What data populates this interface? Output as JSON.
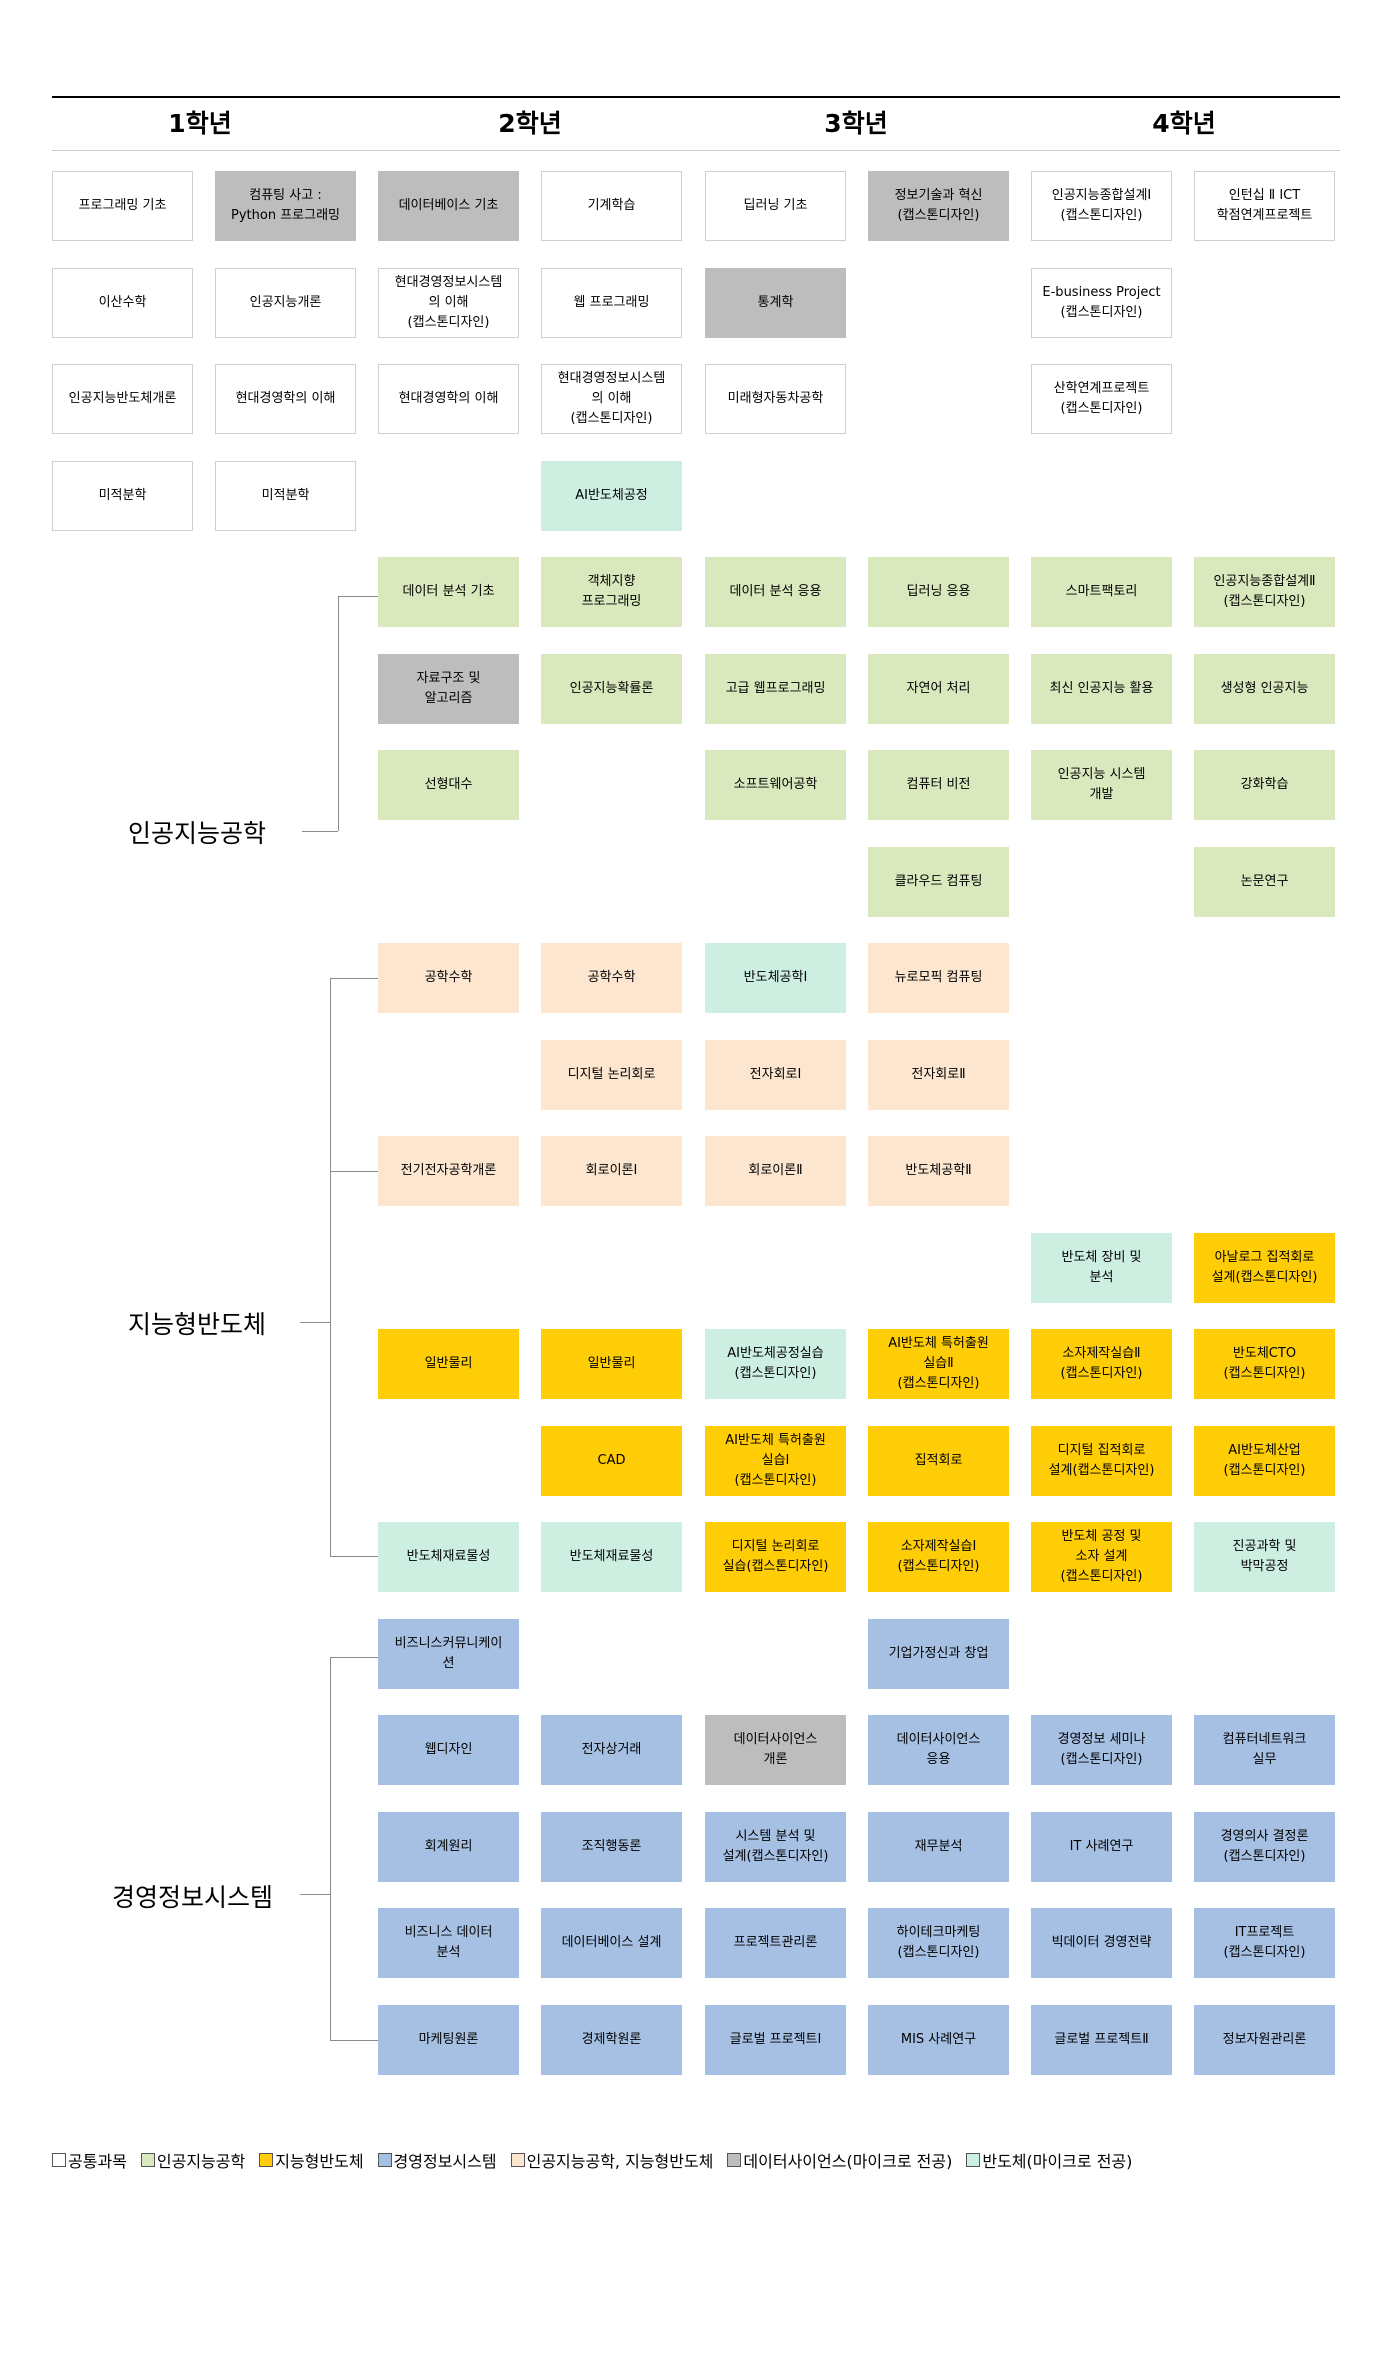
{
  "years": [
    "1학년",
    "2학년",
    "3학년",
    "4학년"
  ],
  "colors": {
    "common": "#ffffff",
    "ai": "#d9e8bd",
    "semi": "#ffcd05",
    "mis": "#a6c0e3",
    "aisemi": "#fde6cf",
    "ds": "#bdbdbd",
    "micro": "#cdefe1"
  },
  "tracks": {
    "ai": "인공지능공학",
    "semi": "지능형반도체",
    "mis": "경영정보시스템"
  },
  "courses": [
    {
      "col": 0,
      "row": 0,
      "cat": "common",
      "text": "프로그래밍 기초"
    },
    {
      "col": 1,
      "row": 0,
      "cat": "ds",
      "text": "컴퓨팅 사고 :\nPython 프로그래밍"
    },
    {
      "col": 2,
      "row": 0,
      "cat": "ds",
      "text": "데이터베이스 기초"
    },
    {
      "col": 3,
      "row": 0,
      "cat": "common",
      "text": "기계학습"
    },
    {
      "col": 4,
      "row": 0,
      "cat": "common",
      "text": "딥러닝 기초"
    },
    {
      "col": 5,
      "row": 0,
      "cat": "ds",
      "text": "정보기술과 혁신\n(캡스톤디자인)"
    },
    {
      "col": 6,
      "row": 0,
      "cat": "common",
      "text": "인공지능종합설계Ⅰ\n(캡스톤디자인)"
    },
    {
      "col": 7,
      "row": 0,
      "cat": "common",
      "text": "인턴십 Ⅱ ICT\n학점연계프로젝트"
    },
    {
      "col": 0,
      "row": 1,
      "cat": "common",
      "text": "이산수학"
    },
    {
      "col": 1,
      "row": 1,
      "cat": "common",
      "text": "인공지능개론"
    },
    {
      "col": 2,
      "row": 1,
      "cat": "common",
      "text": "현대경영정보시스템\n의 이해\n(캡스톤디자인)"
    },
    {
      "col": 3,
      "row": 1,
      "cat": "common",
      "text": "웹 프로그래밍"
    },
    {
      "col": 4,
      "row": 1,
      "cat": "ds",
      "text": "통계학"
    },
    {
      "col": 6,
      "row": 1,
      "cat": "common",
      "text": "E-business Project\n(캡스톤디자인)"
    },
    {
      "col": 0,
      "row": 2,
      "cat": "common",
      "text": "인공지능반도체개론"
    },
    {
      "col": 1,
      "row": 2,
      "cat": "common",
      "text": "현대경영학의 이해"
    },
    {
      "col": 2,
      "row": 2,
      "cat": "common",
      "text": "현대경영학의 이해"
    },
    {
      "col": 3,
      "row": 2,
      "cat": "common",
      "text": "현대경영정보시스템\n의 이해\n(캡스톤디자인)"
    },
    {
      "col": 4,
      "row": 2,
      "cat": "common",
      "text": "미래형자동차공학"
    },
    {
      "col": 6,
      "row": 2,
      "cat": "common",
      "text": "산학연계프로젝트\n(캡스톤디자인)"
    },
    {
      "col": 0,
      "row": 3,
      "cat": "common",
      "text": "미적분학"
    },
    {
      "col": 1,
      "row": 3,
      "cat": "common",
      "text": "미적분학"
    },
    {
      "col": 3,
      "row": 3,
      "cat": "micro",
      "text": "AI반도체공정"
    },
    {
      "col": 2,
      "row": 4,
      "cat": "ai",
      "text": "데이터 분석 기초"
    },
    {
      "col": 3,
      "row": 4,
      "cat": "ai",
      "text": "객체지향\n프로그래밍"
    },
    {
      "col": 4,
      "row": 4,
      "cat": "ai",
      "text": "데이터 분석 응용"
    },
    {
      "col": 5,
      "row": 4,
      "cat": "ai",
      "text": "딥러닝 응용"
    },
    {
      "col": 6,
      "row": 4,
      "cat": "ai",
      "text": "스마트팩토리"
    },
    {
      "col": 7,
      "row": 4,
      "cat": "ai",
      "text": "인공지능종합설계Ⅱ\n(캡스톤디자인)"
    },
    {
      "col": 2,
      "row": 5,
      "cat": "ds",
      "text": "자료구조 및\n알고리즘"
    },
    {
      "col": 3,
      "row": 5,
      "cat": "ai",
      "text": "인공지능확률론"
    },
    {
      "col": 4,
      "row": 5,
      "cat": "ai",
      "text": "고급 웹프로그래밍"
    },
    {
      "col": 5,
      "row": 5,
      "cat": "ai",
      "text": "자연어 처리"
    },
    {
      "col": 6,
      "row": 5,
      "cat": "ai",
      "text": "최신 인공지능 활용"
    },
    {
      "col": 7,
      "row": 5,
      "cat": "ai",
      "text": "생성형 인공지능"
    },
    {
      "col": 2,
      "row": 6,
      "cat": "ai",
      "text": "선형대수"
    },
    {
      "col": 4,
      "row": 6,
      "cat": "ai",
      "text": "소프트웨어공학"
    },
    {
      "col": 5,
      "row": 6,
      "cat": "ai",
      "text": "컴퓨터 비전"
    },
    {
      "col": 6,
      "row": 6,
      "cat": "ai",
      "text": "인공지능 시스템\n개발"
    },
    {
      "col": 7,
      "row": 6,
      "cat": "ai",
      "text": "강화학습"
    },
    {
      "col": 5,
      "row": 7,
      "cat": "ai",
      "text": "클라우드 컴퓨팅"
    },
    {
      "col": 7,
      "row": 7,
      "cat": "ai",
      "text": "논문연구"
    },
    {
      "col": 2,
      "row": 8,
      "cat": "aisemi",
      "text": "공학수학"
    },
    {
      "col": 3,
      "row": 8,
      "cat": "aisemi",
      "text": "공학수학"
    },
    {
      "col": 4,
      "row": 8,
      "cat": "micro",
      "text": "반도체공학Ⅰ"
    },
    {
      "col": 5,
      "row": 8,
      "cat": "aisemi",
      "text": "뉴로모픽 컴퓨팅"
    },
    {
      "col": 3,
      "row": 9,
      "cat": "aisemi",
      "text": "디지털 논리회로"
    },
    {
      "col": 4,
      "row": 9,
      "cat": "aisemi",
      "text": "전자회로Ⅰ"
    },
    {
      "col": 5,
      "row": 9,
      "cat": "aisemi",
      "text": "전자회로Ⅱ"
    },
    {
      "col": 2,
      "row": 10,
      "cat": "aisemi",
      "text": "전기전자공학개론"
    },
    {
      "col": 3,
      "row": 10,
      "cat": "aisemi",
      "text": "회로이론Ⅰ"
    },
    {
      "col": 4,
      "row": 10,
      "cat": "aisemi",
      "text": "회로이론Ⅱ"
    },
    {
      "col": 5,
      "row": 10,
      "cat": "aisemi",
      "text": "반도체공학Ⅱ"
    },
    {
      "col": 6,
      "row": 11,
      "cat": "micro",
      "text": "반도체 장비 및\n분석"
    },
    {
      "col": 7,
      "row": 11,
      "cat": "semi",
      "text": "아날로그 집적회로\n설계(캡스톤디자인)"
    },
    {
      "col": 2,
      "row": 12,
      "cat": "semi",
      "text": "일반물리"
    },
    {
      "col": 3,
      "row": 12,
      "cat": "semi",
      "text": "일반물리"
    },
    {
      "col": 4,
      "row": 12,
      "cat": "micro",
      "text": "AI반도체공정실습\n(캡스톤디자인)"
    },
    {
      "col": 5,
      "row": 12,
      "cat": "semi",
      "text": "AI반도체 특허출원\n실습Ⅱ\n(캡스톤디자인)"
    },
    {
      "col": 6,
      "row": 12,
      "cat": "semi",
      "text": "소자제작실습Ⅱ\n(캡스톤디자인)"
    },
    {
      "col": 7,
      "row": 12,
      "cat": "semi",
      "text": "반도체CTO\n(캡스톤디자인)"
    },
    {
      "col": 3,
      "row": 13,
      "cat": "semi",
      "text": "CAD"
    },
    {
      "col": 4,
      "row": 13,
      "cat": "semi",
      "text": "AI반도체 특허출원\n실습Ⅰ\n(캡스톤디자인)"
    },
    {
      "col": 5,
      "row": 13,
      "cat": "semi",
      "text": "집적회로"
    },
    {
      "col": 6,
      "row": 13,
      "cat": "semi",
      "text": "디지털 집적회로\n설계(캡스톤디자인)"
    },
    {
      "col": 7,
      "row": 13,
      "cat": "semi",
      "text": "AI반도체산업\n(캡스톤디자인)"
    },
    {
      "col": 2,
      "row": 14,
      "cat": "micro",
      "text": "반도체재료물성"
    },
    {
      "col": 3,
      "row": 14,
      "cat": "micro",
      "text": "반도체재료물성"
    },
    {
      "col": 4,
      "row": 14,
      "cat": "semi",
      "text": "디지털 논리회로\n실습(캡스톤디자인)"
    },
    {
      "col": 5,
      "row": 14,
      "cat": "semi",
      "text": "소자제작실습Ⅰ\n(캡스톤디자인)"
    },
    {
      "col": 6,
      "row": 14,
      "cat": "semi",
      "text": "반도체 공정 및\n소자 설계\n(캡스톤디자인)"
    },
    {
      "col": 7,
      "row": 14,
      "cat": "micro",
      "text": "진공과학 및\n박막공정"
    },
    {
      "col": 2,
      "row": 15,
      "cat": "mis",
      "text": "비즈니스커뮤니케이\n션"
    },
    {
      "col": 5,
      "row": 15,
      "cat": "mis",
      "text": "기업가정신과 창업"
    },
    {
      "col": 2,
      "row": 16,
      "cat": "mis",
      "text": "웹디자인"
    },
    {
      "col": 3,
      "row": 16,
      "cat": "mis",
      "text": "전자상거래"
    },
    {
      "col": 4,
      "row": 16,
      "cat": "ds",
      "text": "데이터사이언스\n개론"
    },
    {
      "col": 5,
      "row": 16,
      "cat": "mis",
      "text": "데이터사이언스\n응용"
    },
    {
      "col": 6,
      "row": 16,
      "cat": "mis",
      "text": "경영정보 세미나\n(캡스톤디자인)"
    },
    {
      "col": 7,
      "row": 16,
      "cat": "mis",
      "text": "컴퓨터네트워크\n실무"
    },
    {
      "col": 2,
      "row": 17,
      "cat": "mis",
      "text": "회계원리"
    },
    {
      "col": 3,
      "row": 17,
      "cat": "mis",
      "text": "조직행동론"
    },
    {
      "col": 4,
      "row": 17,
      "cat": "mis",
      "text": "시스템 분석 및\n설계(캡스톤디자인)"
    },
    {
      "col": 5,
      "row": 17,
      "cat": "mis",
      "text": "재무분석"
    },
    {
      "col": 6,
      "row": 17,
      "cat": "mis",
      "text": "IT 사례연구"
    },
    {
      "col": 7,
      "row": 17,
      "cat": "mis",
      "text": "경영의사 결정론\n(캡스톤디자인)"
    },
    {
      "col": 2,
      "row": 18,
      "cat": "mis",
      "text": "비즈니스 데이터\n분석"
    },
    {
      "col": 3,
      "row": 18,
      "cat": "mis",
      "text": "데이터베이스 설계"
    },
    {
      "col": 4,
      "row": 18,
      "cat": "mis",
      "text": "프로젝트관리론"
    },
    {
      "col": 5,
      "row": 18,
      "cat": "mis",
      "text": "하이테크마케팅\n(캡스톤디자인)"
    },
    {
      "col": 6,
      "row": 18,
      "cat": "mis",
      "text": "빅데이터 경영전략"
    },
    {
      "col": 7,
      "row": 18,
      "cat": "mis",
      "text": "IT프로젝트\n(캡스톤디자인)"
    },
    {
      "col": 2,
      "row": 19,
      "cat": "mis",
      "text": "마케팅원론"
    },
    {
      "col": 3,
      "row": 19,
      "cat": "mis",
      "text": "경제학원론"
    },
    {
      "col": 4,
      "row": 19,
      "cat": "mis",
      "text": "글로벌 프로젝트Ⅰ"
    },
    {
      "col": 5,
      "row": 19,
      "cat": "mis",
      "text": "MIS 사례연구"
    },
    {
      "col": 6,
      "row": 19,
      "cat": "mis",
      "text": "글로벌 프로젝트Ⅱ"
    },
    {
      "col": 7,
      "row": 19,
      "cat": "mis",
      "text": "정보자원관리론"
    }
  ],
  "legend": [
    {
      "cat": "common",
      "label": "공통과목"
    },
    {
      "cat": "ai",
      "label": "인공지능공학"
    },
    {
      "cat": "semi",
      "label": "지능형반도체"
    },
    {
      "cat": "mis",
      "label": "경영정보시스템"
    },
    {
      "cat": "aisemi",
      "label": "인공지능공학, 지능형반도체"
    },
    {
      "cat": "ds",
      "label": "데이터사이언스(마이크로 전공)"
    },
    {
      "cat": "micro",
      "label": "반도체(마이크로 전공)"
    }
  ]
}
